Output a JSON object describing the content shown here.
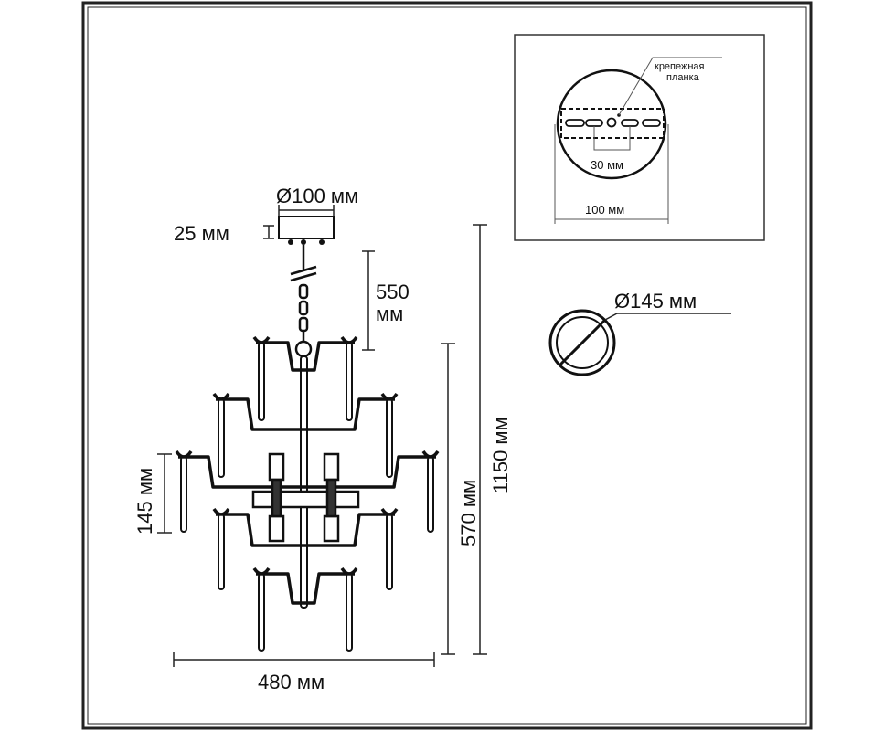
{
  "drawing": {
    "canopy_diameter": "Ø100 мм",
    "canopy_height": "25 мм",
    "chain_length_line1": "550",
    "chain_length_line2": "мм",
    "body_height": "570 мм",
    "total_height": "1150 мм",
    "tier_height": "145 мм",
    "width": "480 мм",
    "base_diameter": "Ø145 мм"
  },
  "inset": {
    "label_line1": "крепежная",
    "label_line2": "планка",
    "hole_spacing": "30 мм",
    "plate_width": "100 мм"
  }
}
